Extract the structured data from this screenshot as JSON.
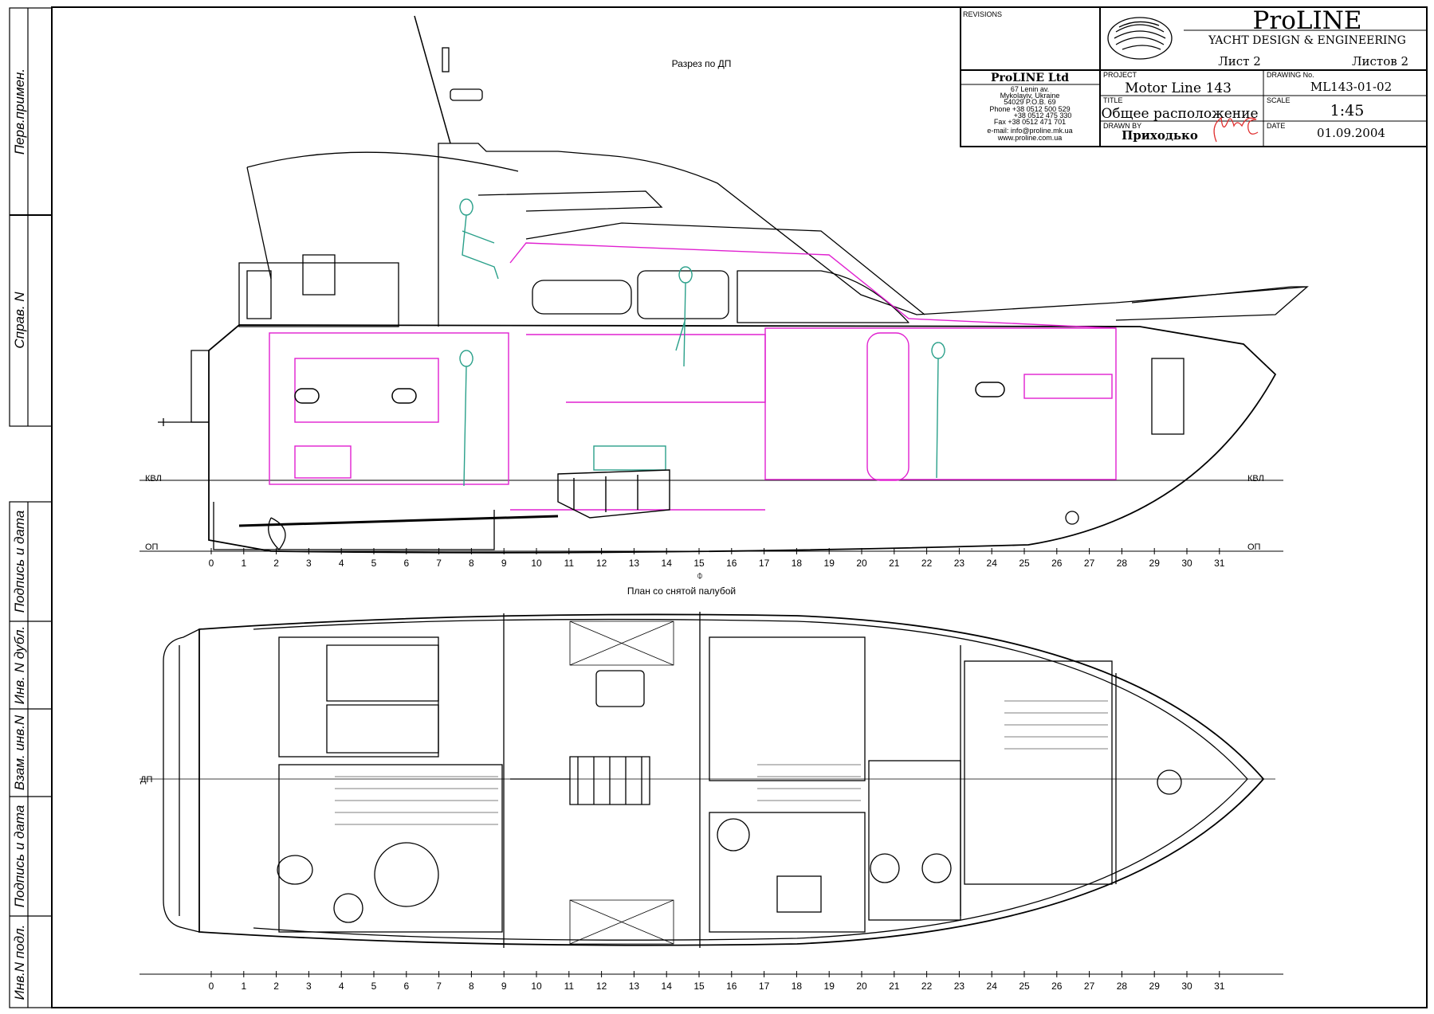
{
  "stamp": {
    "column_labels": [
      "Перв.примен.",
      "Справ. N",
      "Подпись и дата",
      "Инв. N дубл.",
      "Взам. инв.N",
      "Подпись и дата",
      "Инв.N подл."
    ]
  },
  "title_block": {
    "revisions_label": "REVISIONS",
    "brand": "ProLINE",
    "tagline": "YACHT DESIGN & ENGINEERING",
    "sheet": "Лист 2",
    "sheets_total": "Листов 2",
    "company": {
      "name": "ProLINE Ltd",
      "lines": [
        "67 Lenin av.",
        "Mykolayiv, Ukraine",
        "54029 P.O.B. 69",
        "Phone +38 0512 500 529",
        "+38 0512 475 330",
        "Fax    +38 0512 471 701",
        "e-mail: info@proline.mk.ua",
        "www.proline.com.ua"
      ]
    },
    "project_label": "PROJECT",
    "project": "Motor Line 143",
    "drawing_no_label": "DRAWING No.",
    "drawing_no": "ML143-01-02",
    "title_label": "TITLE",
    "title": "Общее расположение",
    "scale_label": "SCALE",
    "scale": "1:45",
    "drawn_by_label": "DRAWN BY",
    "drawn_by": "Приходько",
    "date_label": "DATE",
    "date": "01.09.2004"
  },
  "views": {
    "section_title": "Разрез по ДП",
    "plan_title": "План со снятой палубой",
    "waterline_label": "КВЛ",
    "baseline_label": "ОП",
    "centerline_label": "ДП",
    "midship_mark": "⌽"
  },
  "stations": [
    "0",
    "1",
    "2",
    "3",
    "4",
    "5",
    "6",
    "7",
    "8",
    "9",
    "10",
    "11",
    "12",
    "13",
    "14",
    "15",
    "16",
    "17",
    "18",
    "19",
    "20",
    "21",
    "22",
    "23",
    "24",
    "25",
    "26",
    "27",
    "28",
    "29",
    "30",
    "31"
  ],
  "colors": {
    "interior": "#e020d0",
    "figures": "#2aa08a",
    "signature": "#e03030"
  }
}
